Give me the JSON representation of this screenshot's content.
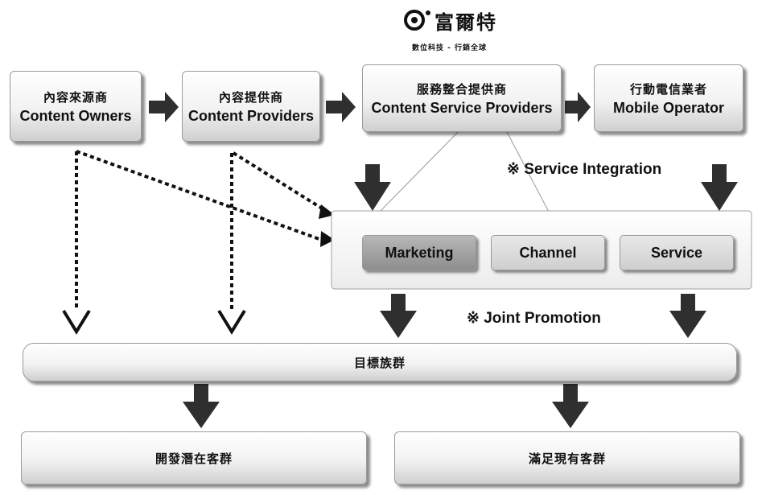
{
  "logo": {
    "name": "富爾特",
    "tagline": "數位科技 - 行銷全球"
  },
  "top_row": [
    {
      "zh": "內容來源商",
      "en": "Content Owners"
    },
    {
      "zh": "內容提供商",
      "en": "Content Providers"
    },
    {
      "zh": "服務整合提供商",
      "en": "Content Service Providers"
    },
    {
      "zh": "行動電信業者",
      "en": "Mobile Operator"
    }
  ],
  "service_integration_label": "※ Service Integration",
  "joint_promotion_label": "※ Joint Promotion",
  "services": [
    "Marketing",
    "Channel",
    "Service"
  ],
  "target_group": "目標族群",
  "bottom_row": [
    "開發潛在客群",
    "滿足現有客群"
  ],
  "colors": {
    "arrow": "#2f2f2f",
    "dotted": "#111111",
    "box_shadow": "#555555"
  }
}
